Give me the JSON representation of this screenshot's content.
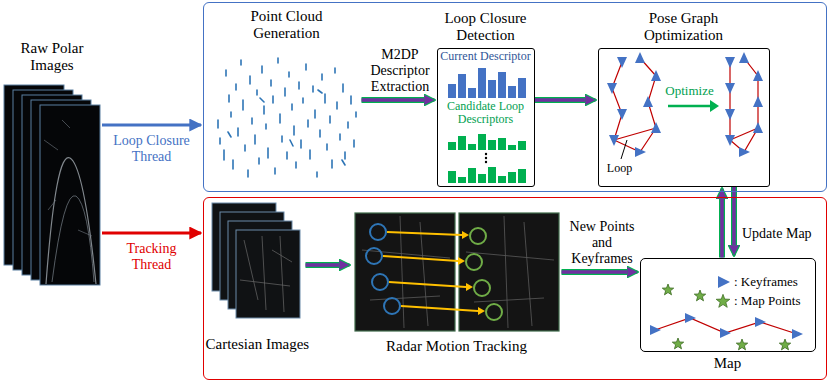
{
  "diagram": {
    "nodes": [
      {
        "text": [
          "Raw Polar Images"
        ]
      },
      {
        "text": [
          "Loop Closure Thread"
        ]
      },
      {
        "text": [
          "Point Cloud Generation"
        ],
        "in": 1
      },
      {
        "text": [
          "Loop Closure Detection",
          "Current Descriptor",
          "Candidate Loop Descriptors"
        ],
        "in": 1
      },
      {
        "text": [
          "Pose Graph Optimization",
          "Optimize",
          "Loop"
        ],
        "in": 1
      },
      {
        "text": [
          "Tracking Thread"
        ]
      },
      {
        "text": [
          "Cartesian Images"
        ],
        "in": 5
      },
      {
        "text": [
          "Radar Motion Tracking"
        ],
        "in": 5
      },
      {
        "text": [
          "Map"
        ],
        "in": 5
      }
    ],
    "edges": [
      {
        "from": 0,
        "to": 1,
        "arrow": "to"
      },
      {
        "from": 0,
        "to": 5,
        "arrow": "to"
      },
      {
        "from": 2,
        "to": 3,
        "arrow": "to",
        "label": "M2DP Descriptor Extraction"
      },
      {
        "from": 3,
        "to": 4,
        "arrow": "to"
      },
      {
        "from": 6,
        "to": 7,
        "arrow": "to"
      },
      {
        "from": 7,
        "to": 8,
        "arrow": "to",
        "label": "New Points and Keyframes"
      },
      {
        "from": 8,
        "to": 4,
        "arrow": "to"
      },
      {
        "from": 4,
        "to": 8,
        "arrow": "to",
        "label": "Update Map"
      }
    ],
    "legend": [
      {
        "text": ": Keyframes"
      },
      {
        "text": ": Map Points"
      }
    ]
  }
}
